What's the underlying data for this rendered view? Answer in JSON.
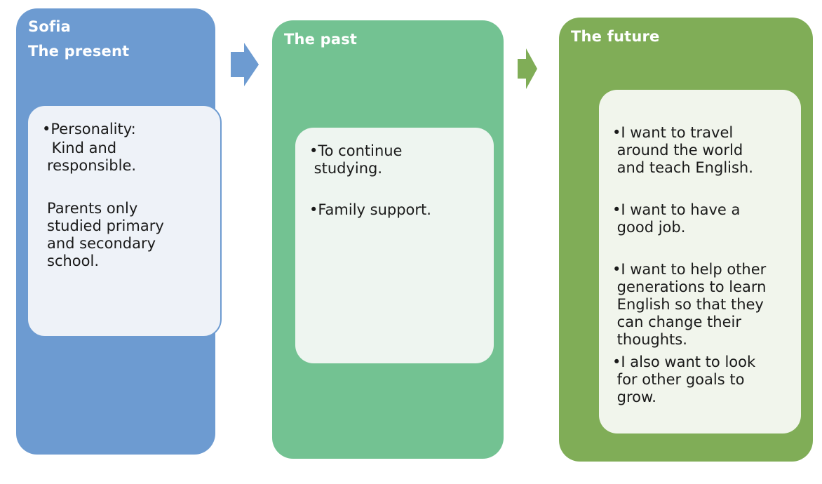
{
  "present": {
    "name": "Sofia",
    "title": "The present",
    "personality_label": "•Personality:",
    "personality_value": " Kind and\nresponsible.",
    "parents": "Parents only\nstudied primary\nand secondary\nschool."
  },
  "past": {
    "title": "The past",
    "item1": "•To continue\n studying.",
    "item2": "•Family support."
  },
  "future": {
    "title": "The future",
    "item1": "•I want to travel\n around the world\n and teach English.",
    "item2": "•I want to have a\n good job.",
    "item3": "•I want to help other\n generations to learn\n English so that they\n can change their\n thoughts.",
    "item4": "•I also want to look\n for other goals to\n grow."
  },
  "colors": {
    "present": "#6d9bd1",
    "past": "#73c292",
    "future": "#80ad57"
  }
}
